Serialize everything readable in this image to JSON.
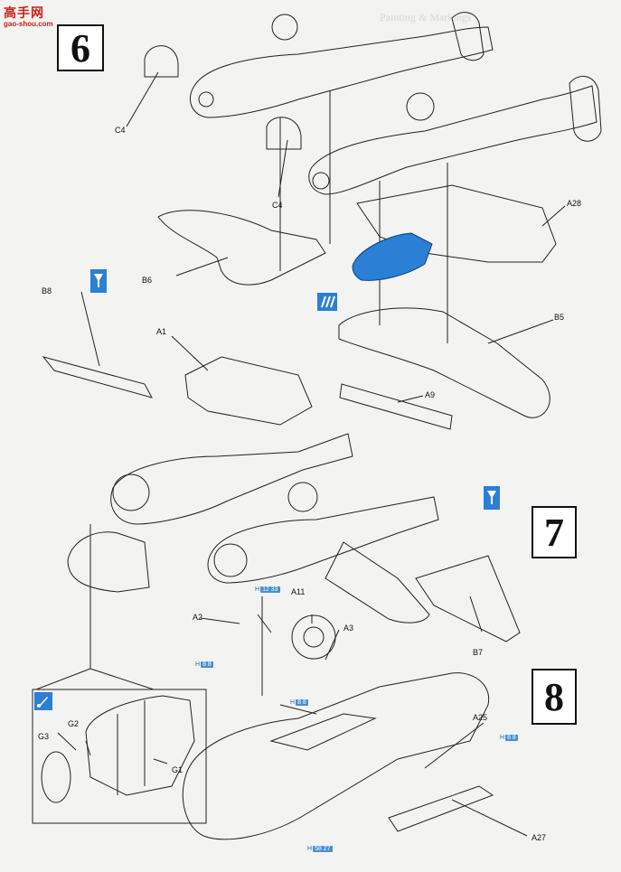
{
  "watermark": {
    "cn": "高手网",
    "url": "gao-shou.com"
  },
  "ghost_header": "Painting & Markings",
  "steps": [
    "6",
    "7",
    "8"
  ],
  "parts": {
    "C4a": "C4",
    "C4b": "C4",
    "A28": "A28",
    "B6": "B6",
    "B8": "B8",
    "A1": "A1",
    "B5": "B5",
    "A9": "A9",
    "B7": "B7",
    "A2": "A2",
    "A11": "A11",
    "A3": "A3",
    "A25": "A25",
    "A27": "A27",
    "G1": "G1",
    "G2": "G2",
    "G3": "G3"
  },
  "refs": {
    "h12": {
      "k": "H",
      "n": "12 33"
    },
    "h8a": {
      "k": "H",
      "n": "8 8"
    },
    "h8b": {
      "k": "H",
      "n": "8 8"
    },
    "h8c": {
      "k": "H",
      "n": "8 8"
    },
    "h58": {
      "k": "H",
      "n": "58 27"
    }
  },
  "colors": {
    "highlight": "#2b7fd4",
    "ref_blue": "#4a8fd0",
    "ink": "#111111",
    "watermark": "#c8201c"
  },
  "icons": [
    "glue-icon",
    "paint-icon",
    "cement-icon"
  ]
}
